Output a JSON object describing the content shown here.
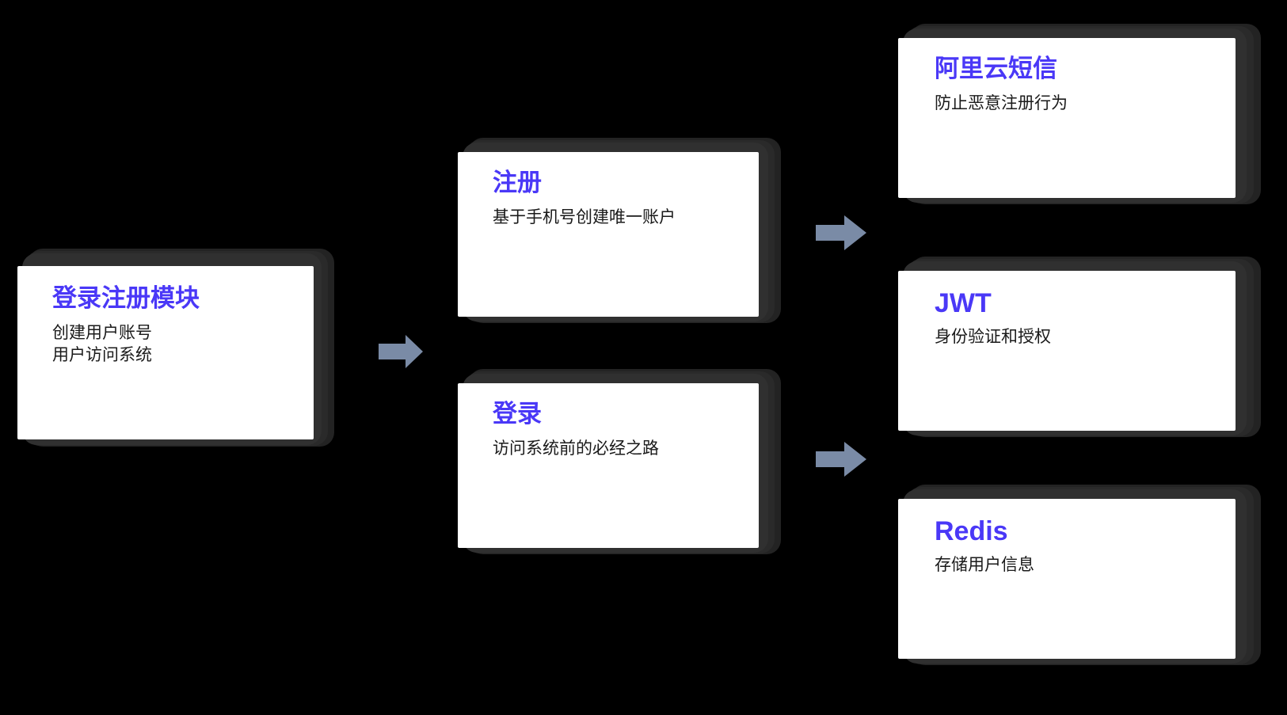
{
  "meta": {
    "background_color": "#000000",
    "card_face_color": "#ffffff",
    "card_stack_color": "#2b2b2b",
    "title_color": "#4a38f7",
    "subtitle_color": "#1a1a1a",
    "arrow_color": "#7a8ba6"
  },
  "nodes": {
    "module": {
      "title": "登录注册模块",
      "subtitle": "创建用户账号\n用户访问系统"
    },
    "register": {
      "title": "注册",
      "subtitle": "基于手机号创建唯一账户"
    },
    "login": {
      "title": "登录",
      "subtitle": "访问系统前的必经之路"
    },
    "sms": {
      "title": "阿里云短信",
      "subtitle": "防止恶意注册行为"
    },
    "jwt": {
      "title": "JWT",
      "subtitle": "身份验证和授权"
    },
    "redis": {
      "title": "Redis",
      "subtitle": "存储用户信息"
    }
  },
  "arrows": [
    {
      "name": "module-to-branch",
      "from": "module",
      "to": "register-login"
    },
    {
      "name": "register-to-sms",
      "from": "register",
      "to": "sms"
    },
    {
      "name": "login-to-jwt-redis",
      "from": "login",
      "to": "jwt-redis"
    }
  ]
}
